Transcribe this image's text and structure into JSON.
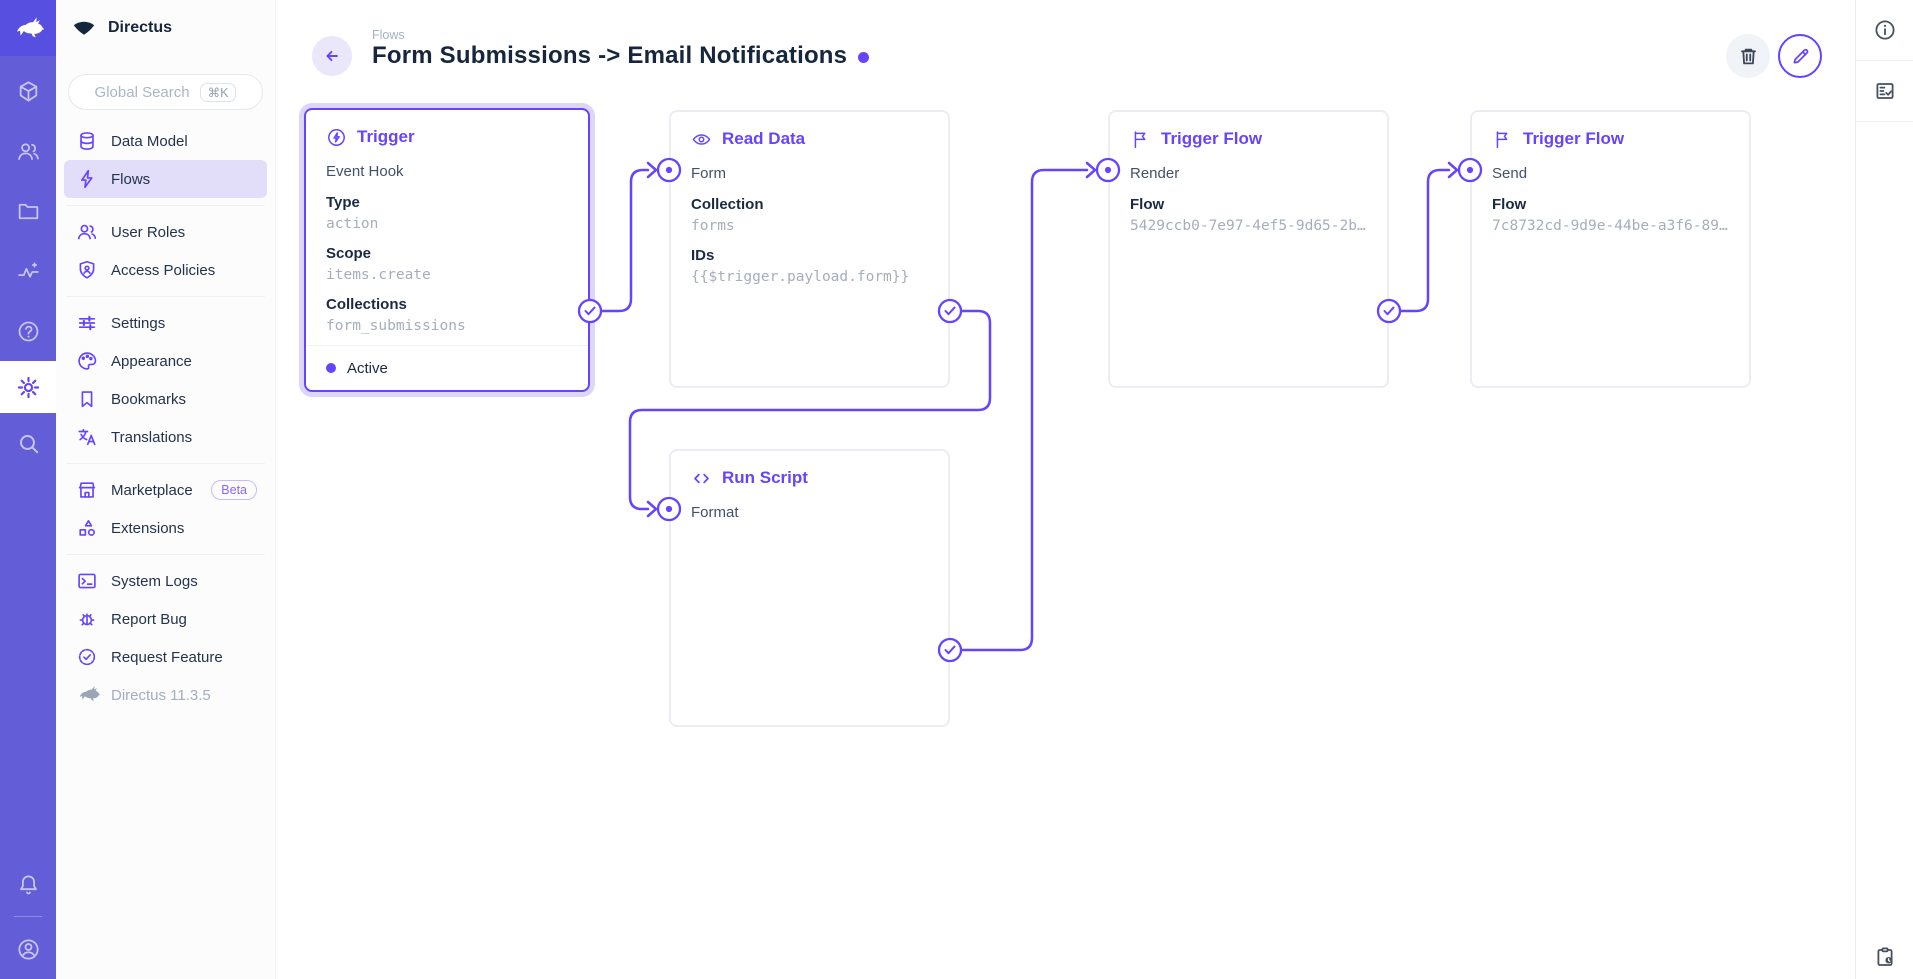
{
  "brand": {
    "app_name": "Directus",
    "version": "Directus 11.3.5"
  },
  "search": {
    "placeholder": "Global Search",
    "shortcut": "⌘K"
  },
  "nav": {
    "items": [
      {
        "label": "Data Model"
      },
      {
        "label": "Flows",
        "active": true
      },
      {
        "label": "User Roles"
      },
      {
        "label": "Access Policies"
      },
      {
        "label": "Settings"
      },
      {
        "label": "Appearance"
      },
      {
        "label": "Bookmarks"
      },
      {
        "label": "Translations"
      },
      {
        "label": "Marketplace",
        "badge": "Beta"
      },
      {
        "label": "Extensions"
      },
      {
        "label": "System Logs"
      },
      {
        "label": "Report Bug"
      },
      {
        "label": "Request Feature"
      }
    ]
  },
  "header": {
    "breadcrumb": "Flows",
    "title": "Form Submissions -> Email Notifications"
  },
  "flow": {
    "trigger": {
      "name": "Trigger",
      "kind": "Event Hook",
      "fields": [
        {
          "label": "Type",
          "value": "action"
        },
        {
          "label": "Scope",
          "value": "items.create"
        },
        {
          "label": "Collections",
          "value": "form_submissions"
        }
      ],
      "status": "Active"
    },
    "read_data": {
      "name": "Read Data",
      "op_name": "Form",
      "fields": [
        {
          "label": "Collection",
          "value": "forms"
        },
        {
          "label": "IDs",
          "value": "{{$trigger.payload.form}}"
        }
      ]
    },
    "trigger_flow_render": {
      "name": "Trigger Flow",
      "op_name": "Render",
      "fields": [
        {
          "label": "Flow",
          "value": "5429ccb0-7e97-4ef5-9d65-2b…"
        }
      ]
    },
    "trigger_flow_send": {
      "name": "Trigger Flow",
      "op_name": "Send",
      "fields": [
        {
          "label": "Flow",
          "value": "7c8732cd-9d9e-44be-a3f6-89…"
        }
      ]
    },
    "run_script": {
      "name": "Run Script",
      "op_name": "Format"
    }
  },
  "colors": {
    "accent": "#6644ff",
    "rail": "#635dd8",
    "rail_logo": "#564fe0",
    "selected_halo": "#ddd6f9",
    "nav_active_bg": "#e2ddf8",
    "text_dark": "#16263c",
    "text_mono_muted": "#a5aebd"
  }
}
